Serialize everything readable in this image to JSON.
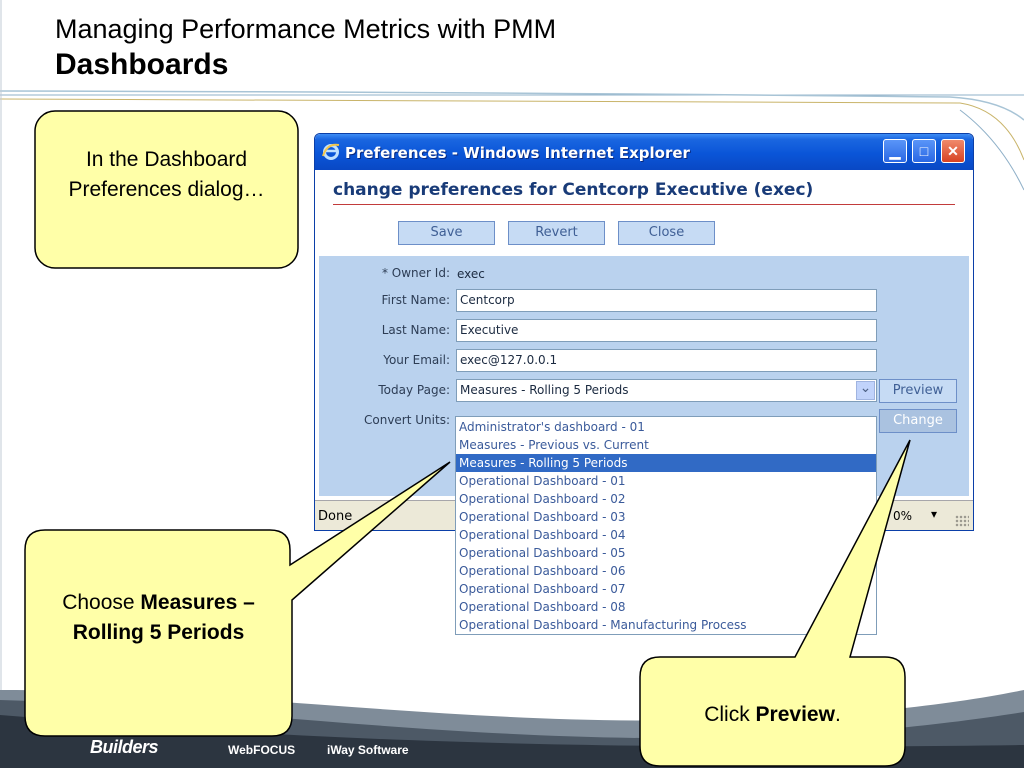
{
  "slide": {
    "title": "Managing Performance Metrics with PMM",
    "subtitle": "Dashboards"
  },
  "callouts": {
    "top_left": "In the Dashboard Preferences dialog…",
    "bottom_left_prefix": "Choose ",
    "bottom_left_bold": "Measures – Rolling 5 Periods",
    "bottom_right_prefix": "Click ",
    "bottom_right_bold": "Preview",
    "bottom_right_suffix": "."
  },
  "window": {
    "title": "Preferences - Windows Internet Explorer",
    "minimize_glyph": "▁",
    "maximize_glyph": "□",
    "close_glyph": "✕",
    "icon": "ie-logo-icon"
  },
  "dialog": {
    "heading": "change preferences for Centcorp Executive (exec)",
    "buttons": {
      "save": "Save",
      "revert": "Revert",
      "close": "Close"
    },
    "labels": {
      "owner_id": "* Owner Id:",
      "first_name": "First Name:",
      "last_name": "Last Name:",
      "email": "Your Email:",
      "today_page": "Today Page:",
      "convert_units": "Convert Units:"
    },
    "values": {
      "owner_id": "exec",
      "first_name": "Centcorp",
      "last_name": "Executive",
      "email": "exec@127.0.0.1",
      "today_page": "Measures - Rolling 5 Periods"
    },
    "preview_button": "Preview",
    "change_button": "Change",
    "dropdown_arrow": "⌄",
    "options": [
      "Administrator's dashboard - 01",
      "Measures - Previous vs. Current",
      "Measures - Rolling 5 Periods",
      "Operational Dashboard - 01",
      "Operational Dashboard - 02",
      "Operational Dashboard - 03",
      "Operational Dashboard - 04",
      "Operational Dashboard - 05",
      "Operational Dashboard - 06",
      "Operational Dashboard - 07",
      "Operational Dashboard - 08",
      "Operational Dashboard - Manufacturing Process"
    ],
    "selected_option": "Measures - Rolling 5 Periods"
  },
  "statusbar": {
    "status": "Done",
    "zoom": "0%",
    "zoom_arrow": "▾"
  },
  "footer": {
    "builders": "Builders",
    "webfocus": "WebFOCUS",
    "iway": "iWay Software"
  },
  "colors": {
    "callout_fill": "#ffffa8",
    "selection": "#316ac5",
    "form_bg": "#bad2ee"
  }
}
